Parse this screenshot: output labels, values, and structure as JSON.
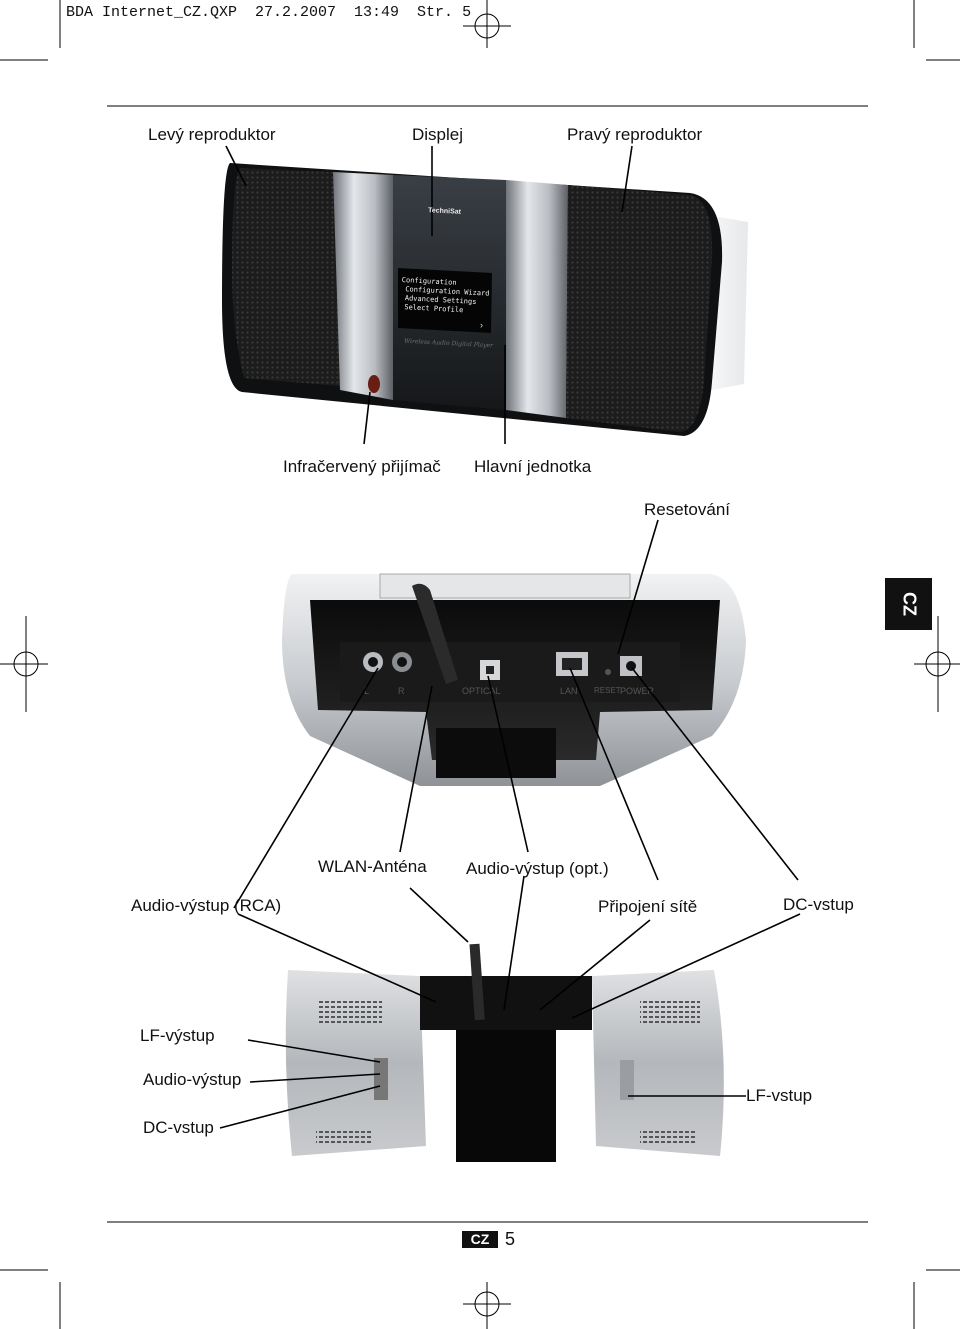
{
  "header": {
    "slug": "BDA Internet_CZ.QXP  27.2.2007  13:49  Str. 5"
  },
  "labels": {
    "left_speaker": "Levý reproduktor",
    "display": "Displej",
    "right_speaker": "Pravý reproduktor",
    "ir_receiver": "Infračervený přijímač",
    "main_unit": "Hlavní jednotka",
    "reset": "Resetování",
    "wlan_antenna": "WLAN-Anténa",
    "audio_out_opt": "Audio-výstup (opt.)",
    "audio_out_rca": "Audio-výstup (RCA)",
    "network": "Připojení sítě",
    "dc_in_top": "DC-vstup",
    "lf_out": "LF-výstup",
    "audio_out": "Audio-výstup",
    "dc_in_bottom": "DC-vstup",
    "lf_in": "LF-vstup"
  },
  "device_screen": {
    "brand": "TechniSat",
    "menu_title": "Configuration",
    "menu_items": [
      "Configuration Wizard",
      "Advanced Settings",
      "Select Profile"
    ],
    "arrow": "›",
    "tagline": "Wireless Audio Digital Player"
  },
  "rear_panel": {
    "ports": [
      "L",
      "R",
      "OPTICAL",
      "LAN",
      "RESET",
      "POWER"
    ]
  },
  "side_tab": {
    "label": "CZ"
  },
  "footer": {
    "badge": "CZ",
    "page": "5"
  }
}
